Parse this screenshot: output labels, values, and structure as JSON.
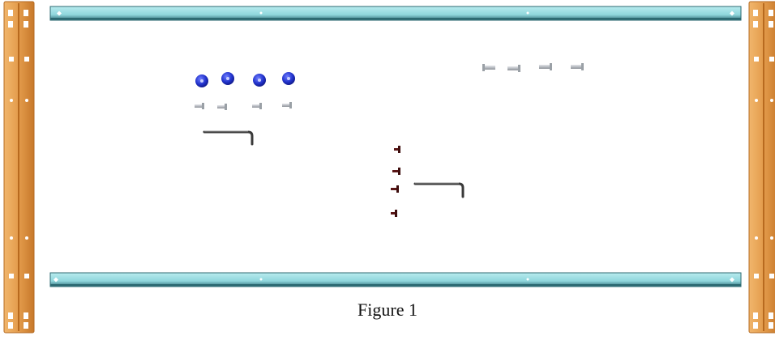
{
  "figure": {
    "caption": "Figure 1",
    "parts": [
      {
        "name": "vertical-rail",
        "count": 2,
        "color": "#E3A257"
      },
      {
        "name": "horizontal-rail",
        "count": 2,
        "color": "#93D9DE"
      },
      {
        "name": "blue-cap",
        "count": 4,
        "color": "#2233CC"
      },
      {
        "name": "silver-bolt",
        "count": 8,
        "color": "#B8BCC2"
      },
      {
        "name": "allen-key",
        "count": 2,
        "color": "#3A3A3A"
      },
      {
        "name": "dark-screw",
        "count": 4,
        "color": "#5A1616"
      }
    ]
  }
}
